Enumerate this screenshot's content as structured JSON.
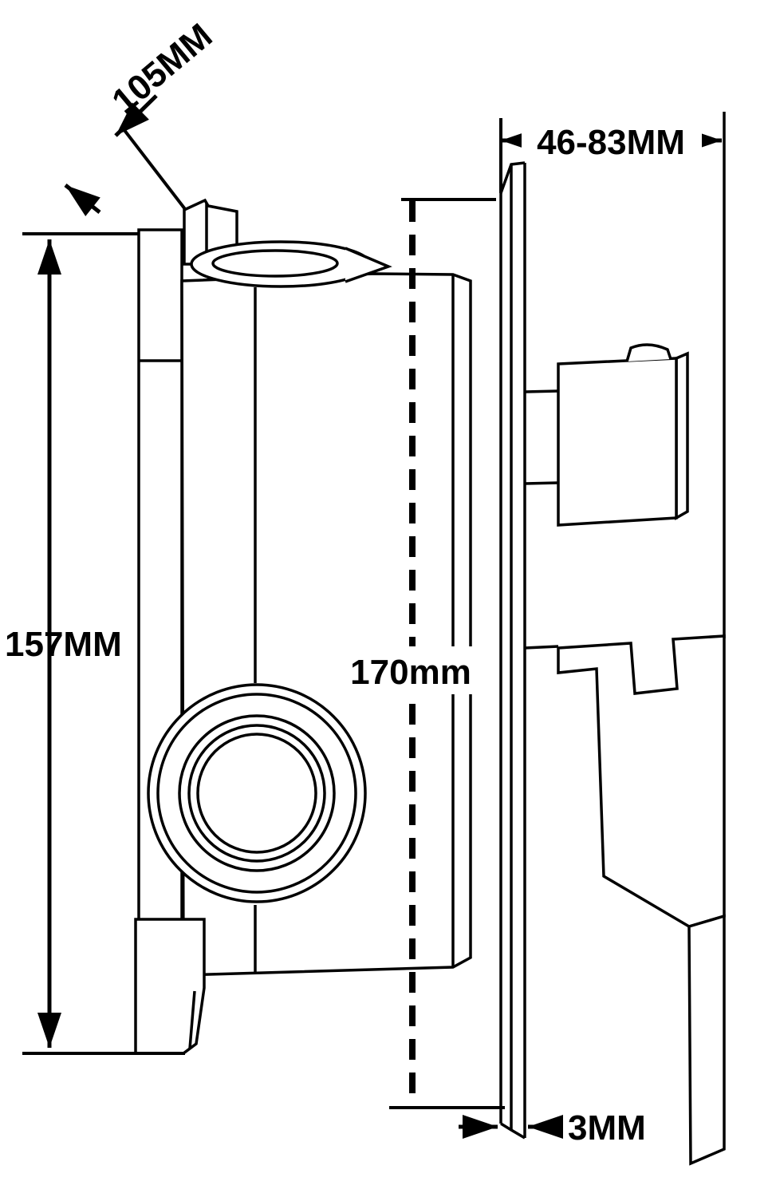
{
  "diagram": {
    "type": "technical-dimension-drawing",
    "subject": "concealed shower valve side profile",
    "colors": {
      "line": "#000000",
      "background": "#ffffff"
    },
    "labels": {
      "d105": "105MM",
      "d46_83": "46-83MM",
      "d157": "157MM",
      "d170": "170mm",
      "d3": "3MM"
    }
  }
}
